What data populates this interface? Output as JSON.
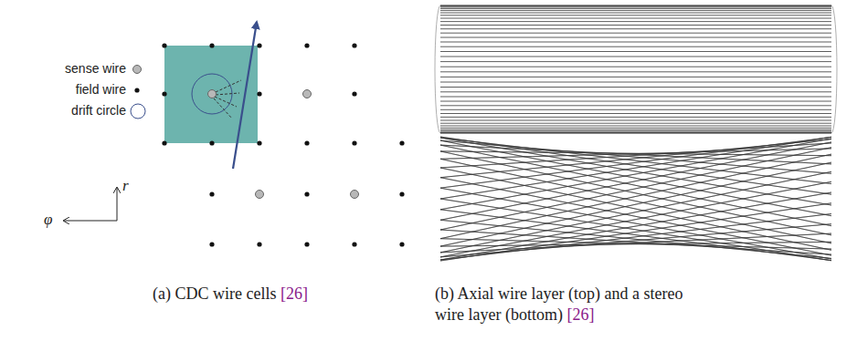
{
  "diagram": {
    "labels": [
      "r",
      "φ",
      "(a) CDC wire cells",
      "[26]",
      "(b) Axial wire layer (top) and a stereo wire layer (bottom)",
      "[26]"
    ],
    "legend": [
      {
        "text": "sense wire"
      },
      {
        "text": "field wire"
      },
      {
        "text": "drift circle"
      }
    ]
  }
}
